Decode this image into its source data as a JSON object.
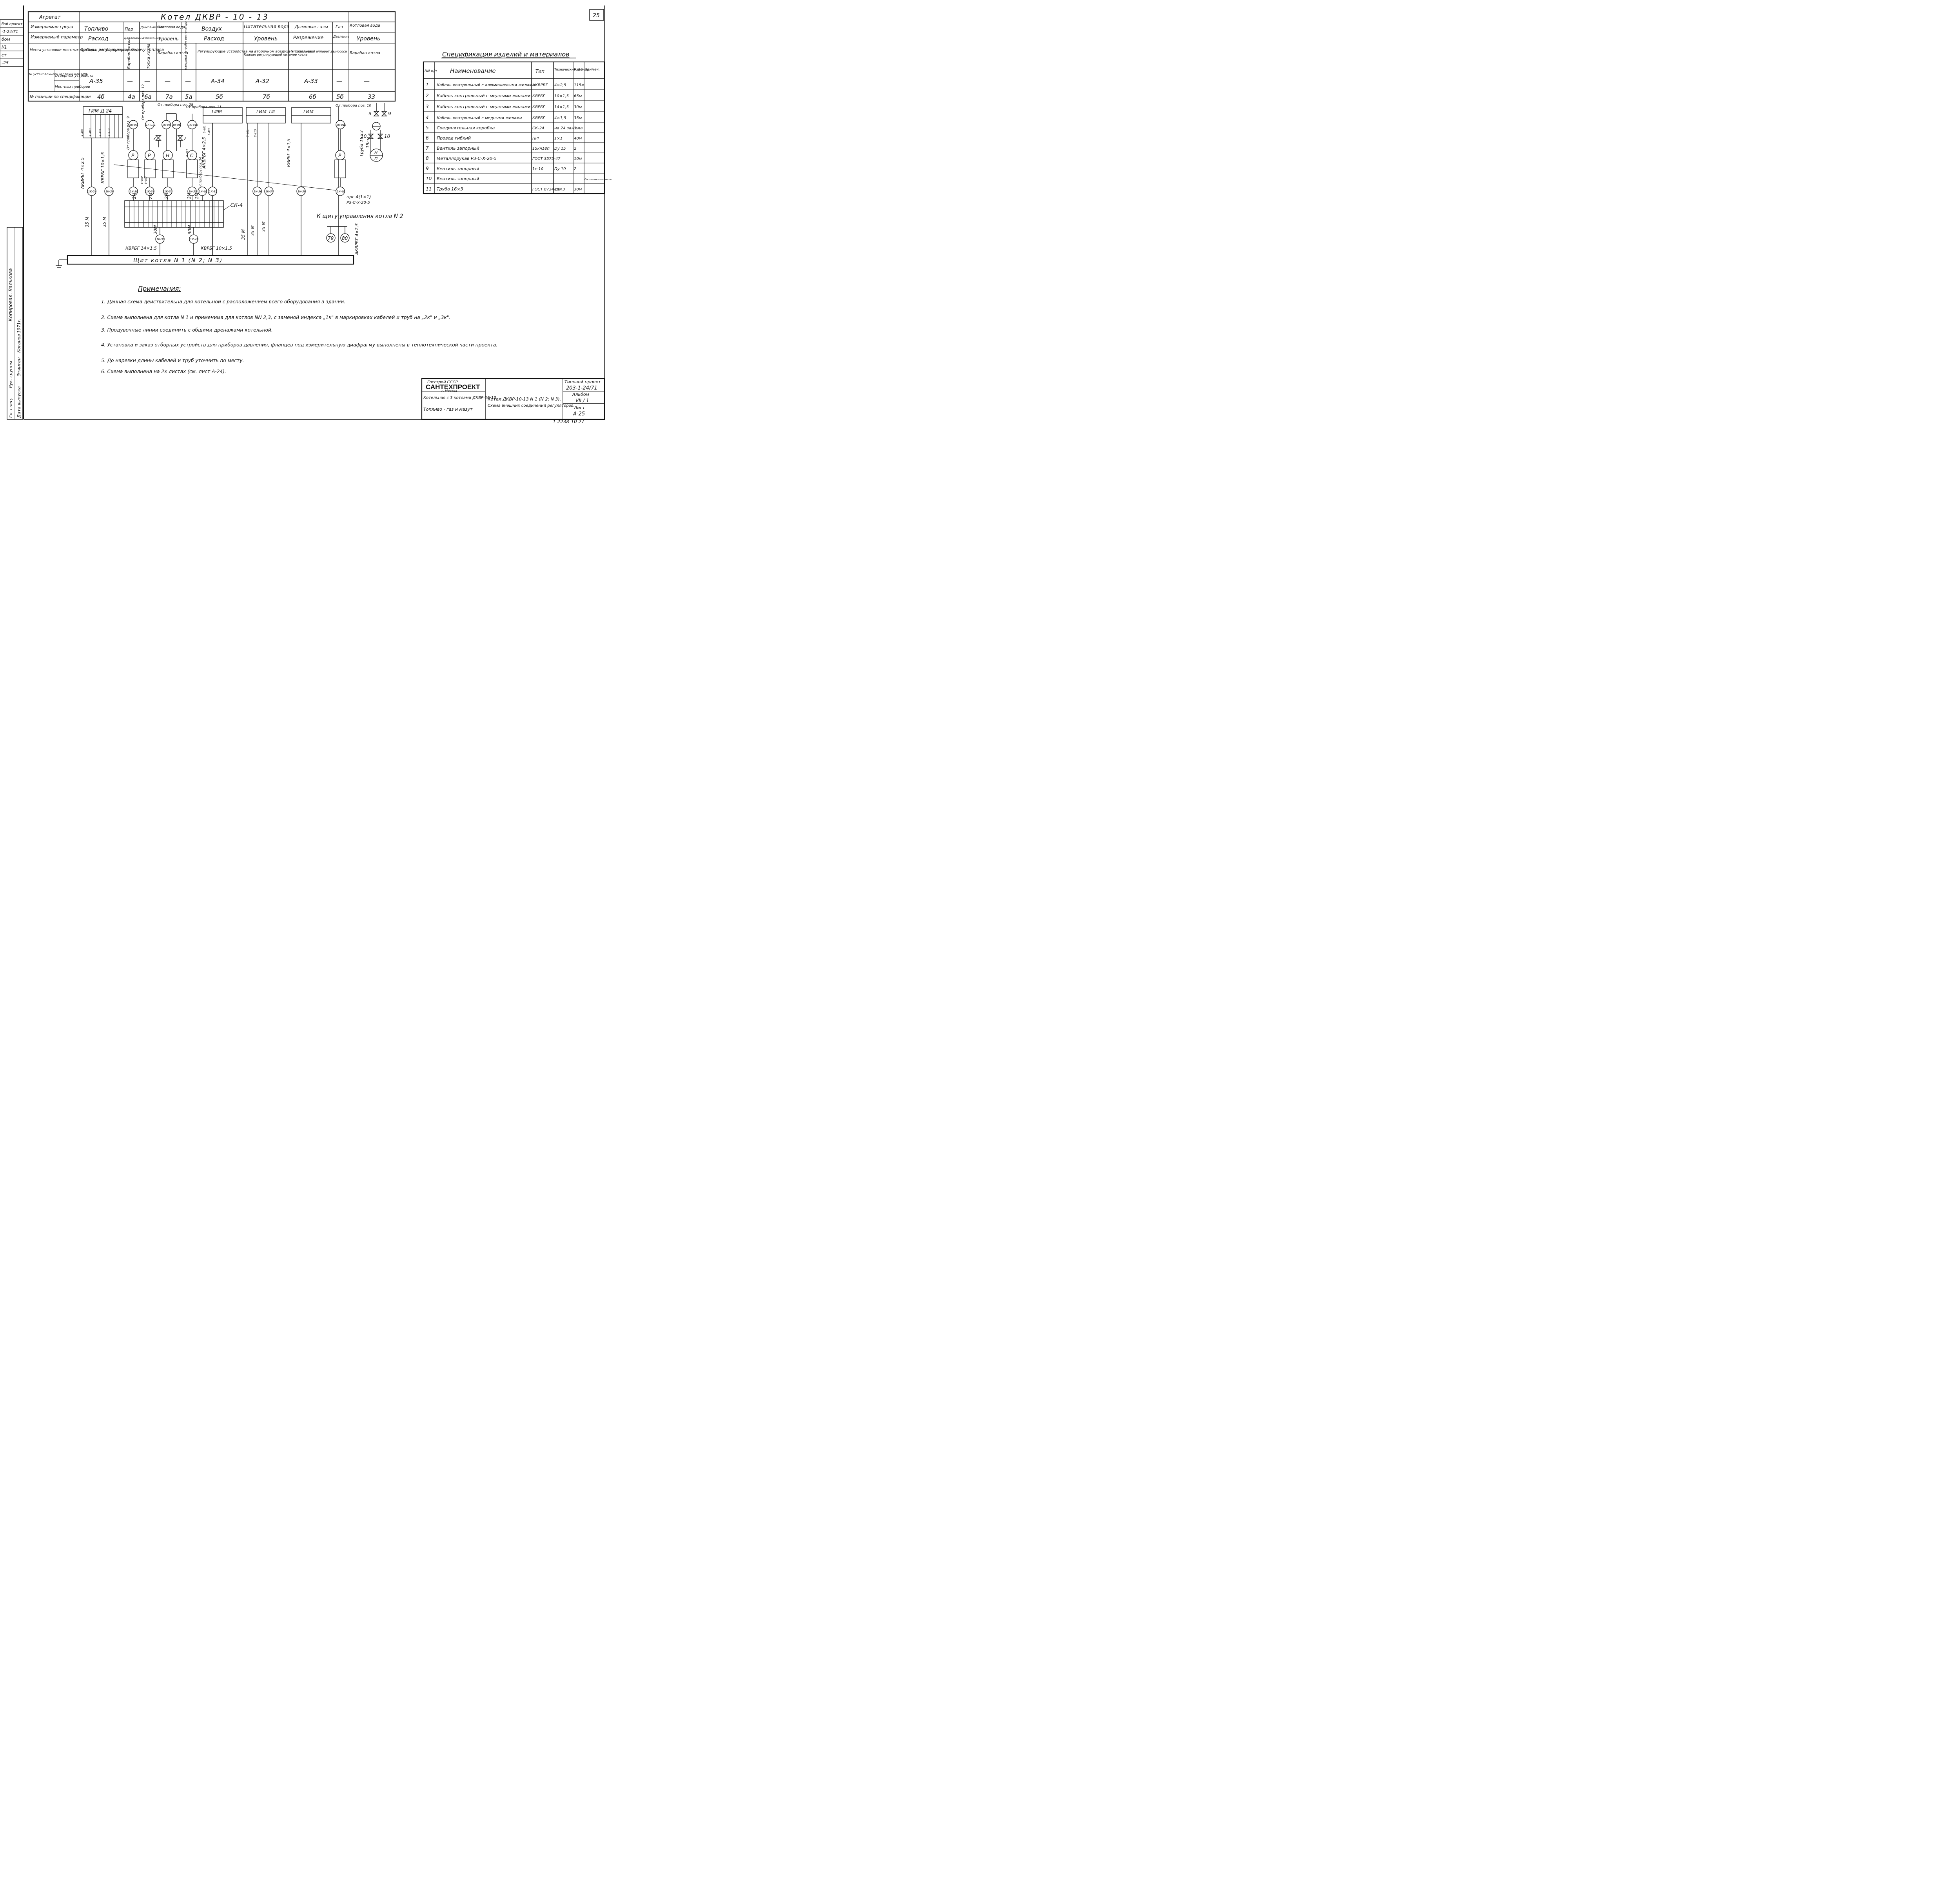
{
  "sheet": {
    "page_number": "25",
    "corner_stamp": "1 2238-10 27",
    "left_strip": [
      "бой проект",
      "-1-24/71",
      "бом",
      "I/1",
      "ст",
      "-25"
    ],
    "left_sign": [
      "Гл. спец.",
      "Рук. группы",
      "Дата выпуска",
      "Этинген",
      "Коганов",
      "1971г.",
      "Копировал. Валькова"
    ]
  },
  "top_table": {
    "title_row_label": "Агрегат",
    "unit_title": "Котел ДКВР - 10 - 13",
    "row_labels": [
      "Измеряемая среда",
      "Измеряемый параметр",
      "Места установки местных приборов и отборных устройств",
      "№ установочного чертежа или МВН",
      "Отборных устройств",
      "Местных приборов",
      "№ позиции по спецификации"
    ],
    "columns": [
      {
        "media": "Топливо",
        "param": "Расход",
        "place": "Органы, регулирующие подачу топлива",
        "drawing": "А-35",
        "pos": "4б"
      },
      {
        "media": "Пар",
        "param": "Давление",
        "place": "Барабан котла",
        "drawing": "—",
        "pos": "4а"
      },
      {
        "media": "Дымовые газы",
        "param": "Разрежение",
        "place": "Топка котла",
        "drawing": "—",
        "pos": "6а"
      },
      {
        "media": "Котловая вода",
        "param": "Уровень",
        "place": "Барабан котла",
        "drawing": "—",
        "pos": "7а"
      },
      {
        "media": "Воздух",
        "param": "Расход",
        "place": "Напорный патрубок вентилятора",
        "drawing": "—",
        "pos": "5а"
      },
      {
        "media": "",
        "param": "",
        "place": "Регулирующие устройства на вторичном воздухе к горелкам.",
        "drawing": "А-34",
        "pos": "5б"
      },
      {
        "media": "Питательная вода",
        "param": "Уровень",
        "place": "Клапан регулирующий питание котла",
        "drawing": "А-32",
        "pos": "7б"
      },
      {
        "media": "Дымовые газы",
        "param": "Разрежение",
        "place": "Направляющий аппарат дымососа",
        "drawing": "А-33",
        "pos": "6б"
      },
      {
        "media": "Газ",
        "param": "Давление",
        "place": "",
        "drawing": "—",
        "pos": "5б"
      },
      {
        "media": "Котловая вода",
        "param": "Уровень",
        "place": "Барабан котла",
        "drawing": "—",
        "pos": "33"
      }
    ]
  },
  "spec": {
    "title": "Спецификация изделий и материалов",
    "headers": [
      "NN п/п",
      "Наименование",
      "Тип",
      "Технические данные",
      "К-во",
      "Примеч."
    ],
    "rows": [
      [
        "1",
        "Кабель контрольный с алюминиевыми жилами",
        "АКВРБГ",
        "4×2,5",
        "115м",
        ""
      ],
      [
        "2",
        "Кабель контрольный с медными жилами",
        "КВРБГ",
        "10×1,5",
        "65м",
        ""
      ],
      [
        "3",
        "Кабель контрольный с медными жилами",
        "КВРБГ",
        "14×1,5",
        "30м",
        ""
      ],
      [
        "4",
        "Кабель контрольный с медными жилами",
        "КВРБГ",
        "4×1,5",
        "35м",
        ""
      ],
      [
        "5",
        "Соединительная коробка",
        "СК-24",
        "на 24 зажима",
        "1",
        ""
      ],
      [
        "6",
        "Провод гибкий",
        "ПРГ",
        "1×1",
        "40м",
        ""
      ],
      [
        "7",
        "Вентиль запорный",
        "15кч18п",
        "Dу 15",
        "2",
        ""
      ],
      [
        "8",
        "Металлорукав РЗ-С-Х-20-5",
        "ГОСТ 3575-47",
        "—",
        "10м",
        ""
      ],
      [
        "9",
        "Вентиль запорный",
        "1с-10",
        "Dу 10",
        "2",
        ""
      ],
      [
        "10",
        "Вентиль запорный",
        "",
        "",
        "",
        "Поставляется комплектно с приб."
      ],
      [
        "11",
        "Труба 16×3",
        "ГОСТ 8734-58",
        "16×3",
        "30м",
        ""
      ]
    ]
  },
  "diagram": {
    "gauge_left": "ГИМ-Д-24",
    "gauge_mid": "ГИМ",
    "gauge_mid2": "ГИМ-1И",
    "gauge_right": "ГИМ",
    "cable_a": "АКВРБГ 4×2,5",
    "cable_b": "КВРБГ 10×1,5",
    "cable_c": "АКВРБГ 4×2,5",
    "cable_d": "КВРБГ 4×1,5",
    "cable_e": "КВРБГ 14×1,5",
    "cable_f": "КВРБГ 10×1,5",
    "cable_g": "АКВРБГ 4×2,5",
    "box_label": "СК-4",
    "flex_label": "прг 4(1×1)",
    "hose_label": "РЗ-С-Х-20-5",
    "from_dev_9": "От прибора поз. 9",
    "from_dev_12": "От прибора поз. 12",
    "from_dev_28": "От прибора поз. 28",
    "from_dev_11": "От прибора поз. 11",
    "from_dev_10": "От прибора поз. 10",
    "from_dev_9b": "От прибора поз. 9",
    "to_dev_34": "К прибору поз. 34",
    "pipe_label": "Труба 16×3",
    "to_board": "К щиту управления котла N 2",
    "board_label": "Щит котла N 1 (N 2; N 3)",
    "sensors": [
      "Р",
      "Р",
      "Н",
      "С",
      "Р",
      "Н",
      "П"
    ],
    "valves": [
      "7",
      "7",
      "9",
      "9",
      "10",
      "10"
    ],
    "tags_top": [
      "1К-04",
      "1К-011",
      "1К-06",
      "1К-06",
      "1К-015",
      "1К-013"
    ],
    "tags_mid": [
      "1К-28",
      "1К-29",
      "1К-30",
      "1К-31",
      "1К-32",
      "1К-33",
      "1К-40",
      "1К-35",
      "1К-36",
      "1К-37",
      "1К-38",
      "1К-40"
    ],
    "tags_low": [
      "1К-39",
      "1К-41"
    ],
    "lengths": [
      "35 М",
      "35 М",
      "35 М",
      "35 М",
      "35 М",
      "2М",
      "2М",
      "2М",
      "2М",
      "2М",
      "30М",
      "30М",
      "15см"
    ],
    "board_circles": [
      "79",
      "80"
    ],
    "wire_labels": [
      "4-401",
      "4-403",
      "5-425",
      "4-411",
      "4-413",
      "6-407",
      "6-409",
      "7-401",
      "7-415",
      "5-401",
      "5-403"
    ]
  },
  "notes": {
    "title": "Примечания:",
    "items": [
      "1. Данная схема действительна для котельной с расположением всего оборудования в здании.",
      "2. Схема выполнена для котла N 1 и применима для котлов NN 2,3, с заменой индекса „1к\" в маркировках кабелей и труб на „2к\" и „3к\".",
      "3. Продувочные линии соединить с общими дренажами котельной.",
      "4. Установка и заказ отборных устройств для приборов давления, фланцев под измерительную диафрагму выполнены в теплотехнической части проекта.",
      "5. До нарезки длины кабелей и труб уточнить по месту.",
      "6. Схема выполнена на 2х листах (см. лист А-24)."
    ]
  },
  "title_block": {
    "org1": "Госстрой СССР",
    "org2": "САНТЕХПРОЕКТ",
    "org3": "г. Москва",
    "project1": "Котельная с 3 котлами ДКВР-10-13.",
    "project2": "Топливо - газ и мазут",
    "title1": "Котел ДКВР-10-13 N 1 (N 2; N 3).",
    "title2": "Схема внешних соединений регуляторов.",
    "typ_label": "Типовой проект",
    "typ_value": "203-1-24/71",
    "album_label": "Альбом",
    "album_value": "VII / 1",
    "sheet_label": "Лист",
    "sheet_value": "А-25"
  }
}
